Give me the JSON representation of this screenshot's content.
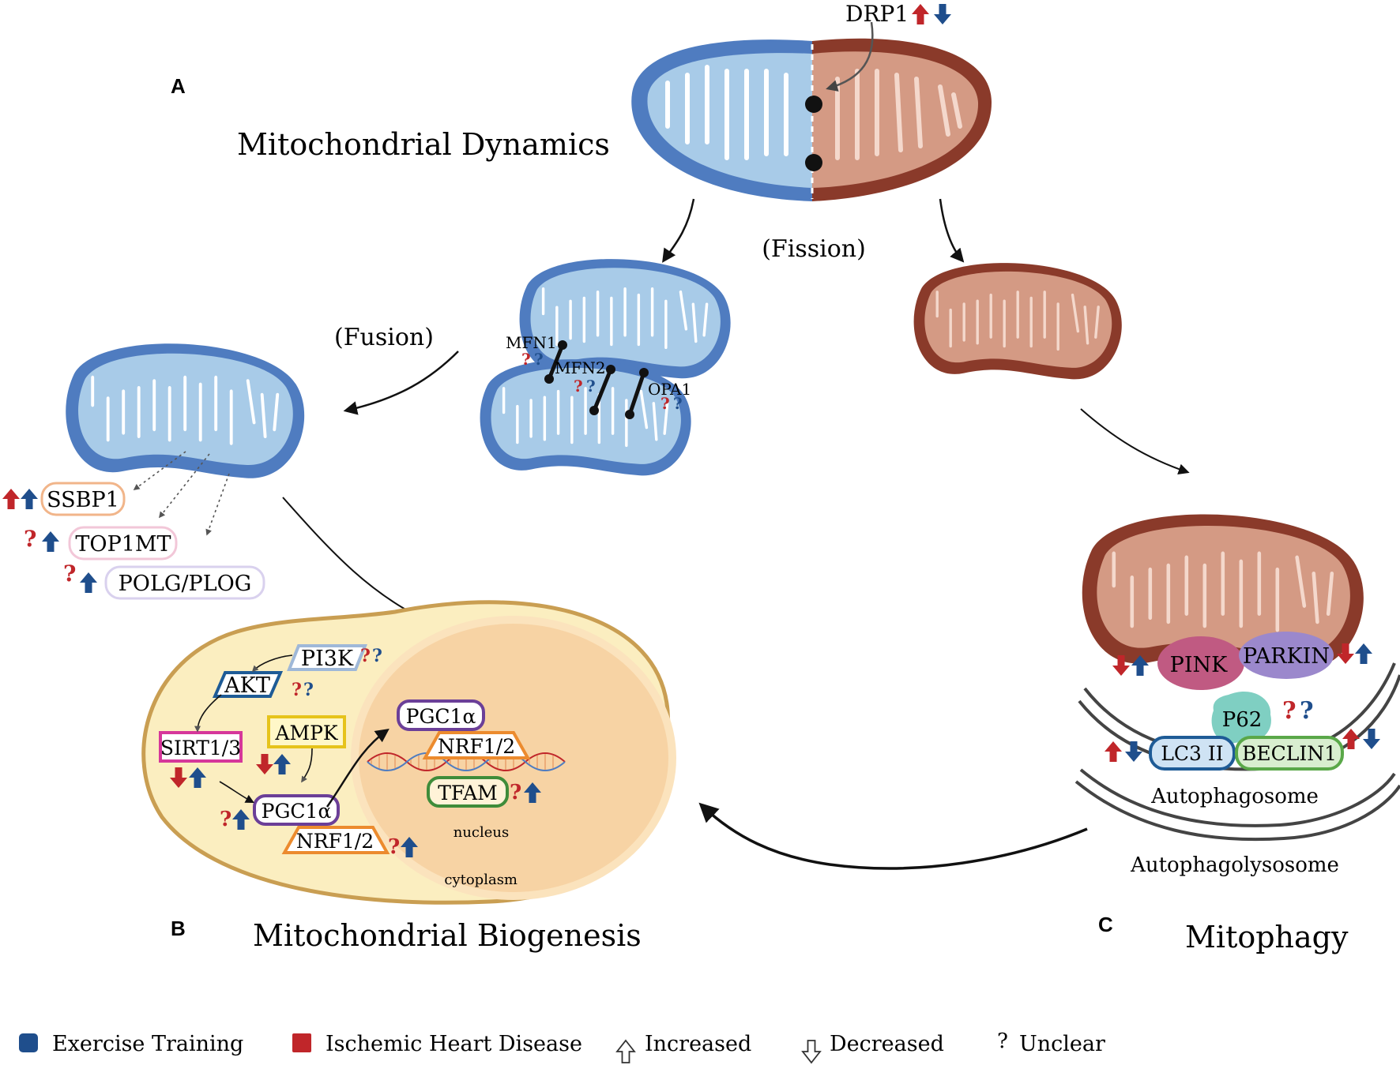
{
  "panels": {
    "a": {
      "letter": "A",
      "title": "Mitochondrial Dynamics"
    },
    "b": {
      "letter": "B",
      "title": "Mitochondrial Biogenesis"
    },
    "c": {
      "letter": "C",
      "title": "Mitophagy"
    }
  },
  "dynamics": {
    "drp1": "DRP1",
    "fission": "(Fission)",
    "fusion": "(Fusion)",
    "mfn1": "MFN1",
    "mfn2": "MFN2",
    "opa1": "OPA1"
  },
  "fusion_markers": {
    "ssbp1": "SSBP1",
    "top1mt": "TOP1MT",
    "polg": "POLG/PLOG"
  },
  "biogenesis": {
    "pi3k": "PI3K",
    "akt": "AKT",
    "sirt": "SIRT1/3",
    "ampk": "AMPK",
    "pgc_cyto": "PGC1α",
    "nrf_cyto": "NRF1/2",
    "pgc_nuc": "PGC1α",
    "nrf_nuc": "NRF1/2",
    "tfam": "TFAM",
    "nucleus": "nucleus",
    "cytoplasm": "cytoplasm"
  },
  "mitophagy": {
    "pink": "PINK",
    "parkin": "PARKIN",
    "p62": "P62",
    "lc3": "LC3 II",
    "beclin": "BECLIN1",
    "autophagosome": "Autophagosome",
    "autophagolysosome": "Autophagolysosome"
  },
  "symbols": {
    "unclear": "?"
  },
  "legend": {
    "exercise": "Exercise Training",
    "ihd": "Ischemic Heart Disease",
    "increased": "Increased",
    "decreased": "Decreased",
    "unclear_symbol": "?",
    "unclear": "Unclear"
  },
  "colors": {
    "exercise_blue": "#1f4e8c",
    "ihd_red": "#c0262a",
    "mito_blue_outer": "#4f7cc0",
    "mito_blue_inner": "#a8cbe8",
    "mito_brown_outer": "#8a3a2a",
    "mito_brown_inner": "#d49a84",
    "cell_fill": "#fbeec0",
    "cell_border": "#c99e52",
    "nucleus_fill": "#f7d3a4"
  }
}
